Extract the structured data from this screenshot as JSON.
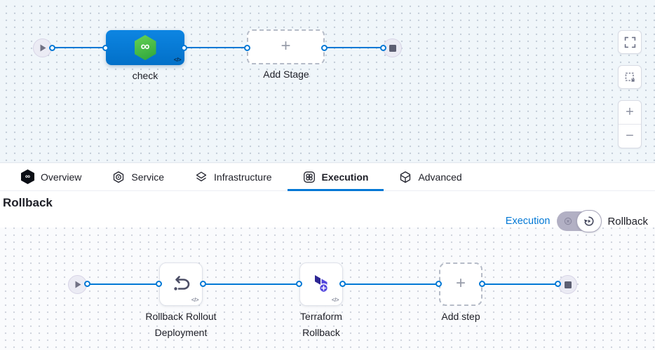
{
  "glyphs": {
    "infinity": "∞",
    "plus": "+",
    "minus": "−",
    "code": "</>"
  },
  "colors": {
    "accent_blue": "#0278d5",
    "node_blue": "#0b7de0",
    "harness_green": "#3fae49",
    "terraform_purple": "#4c43d8",
    "canvas_top_bg": "#f0f6fa",
    "canvas_bottom_bg": "#fafbfd"
  },
  "stage_canvas": {
    "check_label": "check",
    "add_stage_label": "Add Stage",
    "controls": [
      "expand-icon",
      "marquee-select-icon",
      "zoom-in-icon",
      "zoom-out-icon"
    ]
  },
  "tabs": [
    {
      "label": "Overview",
      "icon": "harness-hexagon-icon",
      "active": false
    },
    {
      "label": "Service",
      "icon": "service-hexagon-icon",
      "active": false
    },
    {
      "label": "Infrastructure",
      "icon": "infrastructure-diamond-icon",
      "active": false
    },
    {
      "label": "Execution",
      "icon": "execution-knot-icon",
      "active": true
    },
    {
      "label": "Advanced",
      "icon": "advanced-hexagon-icon",
      "active": false
    }
  ],
  "rollback_section": {
    "title": "Rollback",
    "execution_link": "Execution",
    "rollback_label": "Rollback",
    "toggle_state": "rollback"
  },
  "step_canvas": {
    "steps": [
      {
        "line1": "Rollback Rollout",
        "line2": "Deployment",
        "icon": "undo-arrow-icon"
      },
      {
        "line1": "Terraform",
        "line2": "Rollback",
        "icon": "terraform-icon"
      },
      {
        "line1": "Add step",
        "line2": "",
        "icon": "plus-icon"
      }
    ]
  }
}
